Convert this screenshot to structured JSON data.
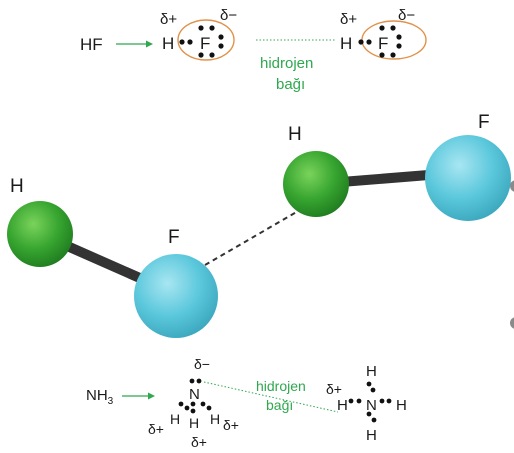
{
  "hf_row": {
    "label": "HF",
    "left": {
      "h": "H",
      "f": "F",
      "delta_plus": "δ+",
      "delta_minus": "δ−"
    },
    "right": {
      "h": "H",
      "f": "F",
      "delta_plus": "δ+",
      "delta_minus": "δ−"
    },
    "bond_label_1": "hidrojen",
    "bond_label_2": "bağı"
  },
  "model": {
    "h_left": "H",
    "f_left": "F",
    "h_right": "H",
    "f_right": "F",
    "colors": {
      "hydrogen": "#3aa836",
      "fluorine": "#5cc8dc",
      "bond": "#333333"
    }
  },
  "nh3_row": {
    "label_main": "NH",
    "label_sub": "3",
    "left": {
      "n": "N",
      "h_left": "H",
      "h_mid": "H",
      "h_right": "H",
      "delta_minus": "δ−",
      "delta_plus_left": "δ+",
      "delta_plus_bottom": "δ+",
      "delta_plus_right": "δ+"
    },
    "bond_label_1": "hidrojen",
    "bond_label_2": "bağı",
    "right": {
      "n": "N",
      "h_top": "H",
      "h_left": "H",
      "h_right": "H",
      "h_bottom": "H",
      "delta_plus": "δ+"
    }
  },
  "accent_green": "#2fa84f"
}
